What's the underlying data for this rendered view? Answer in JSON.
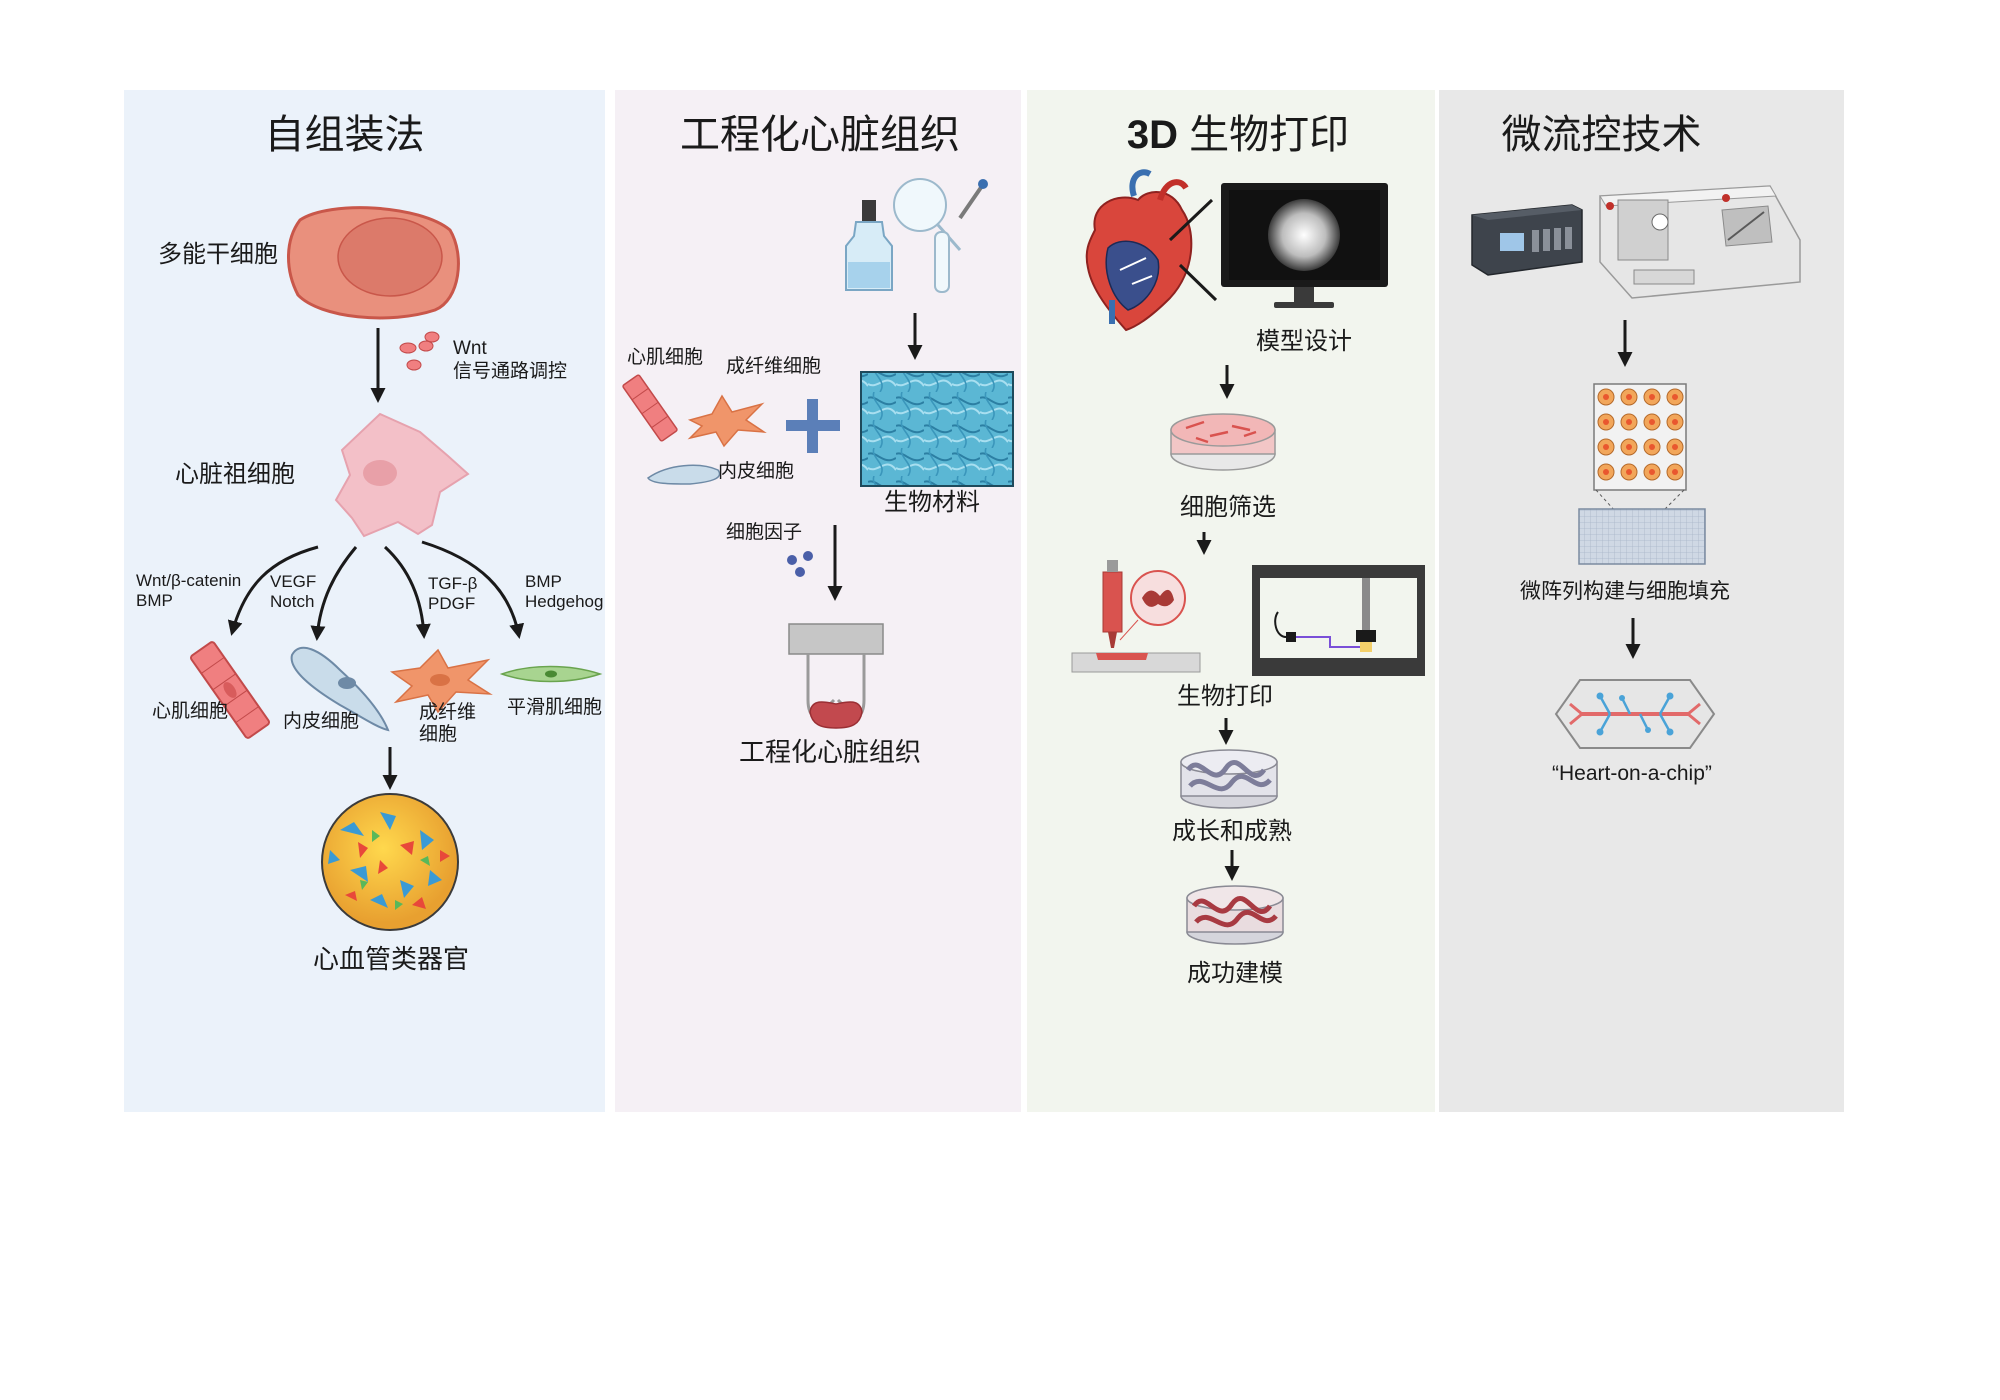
{
  "panels": [
    {
      "title": "自组装法"
    },
    {
      "title": "工程化心脏组织"
    },
    {
      "title_bold": "3D",
      "title_rest": " 生物打印"
    },
    {
      "title": "微流控技术"
    }
  ],
  "self_assembly": {
    "stem_cell": "多能干细胞",
    "wnt_line1": "Wnt",
    "wnt_line2": "信号通路调控",
    "progenitor": "心脏祖细胞",
    "signals": [
      {
        "l1": "Wnt/β-catenin",
        "l2": "BMP"
      },
      {
        "l1": "VEGF",
        "l2": "Notch"
      },
      {
        "l1": "TGF-β",
        "l2": "PDGF"
      },
      {
        "l1": "BMP",
        "l2": "Hedgehog"
      }
    ],
    "cardiomyocyte": "心肌细胞",
    "endothelial": "内皮细胞",
    "fibroblast_l1": "成纤维",
    "fibroblast_l2": "细胞",
    "smooth_muscle": "平滑肌细胞",
    "organoid": "心血管类器官"
  },
  "engineered": {
    "cardiomyocyte": "心肌细胞",
    "fibroblast": "成纤维细胞",
    "endothelial": "内皮细胞",
    "biomaterial": "生物材料",
    "cytokine": "细胞因子",
    "result": "工程化心脏组织"
  },
  "bioprint": {
    "model_design": "模型设计",
    "cell_screening": "细胞筛选",
    "printing": "生物打印",
    "growth": "成长和成熟",
    "success": "成功建模"
  },
  "microfluidic": {
    "array": "微阵列构建与细胞填充",
    "chip": "“Heart-on-a-chip”"
  },
  "colors": {
    "panel1": "#ebf2fa",
    "panel2": "#f5f0f5",
    "panel3": "#f2f5ee",
    "panel4": "#e8e8e8",
    "stem_cell": "#e9907d",
    "cardiomyocyte": "#f07f80",
    "endothelial": "#c9dcea",
    "fibroblast": "#f0956a",
    "smooth_muscle": "#a8d490",
    "biomaterial": "#4aa6c6",
    "plus": "#5b7fb8"
  }
}
